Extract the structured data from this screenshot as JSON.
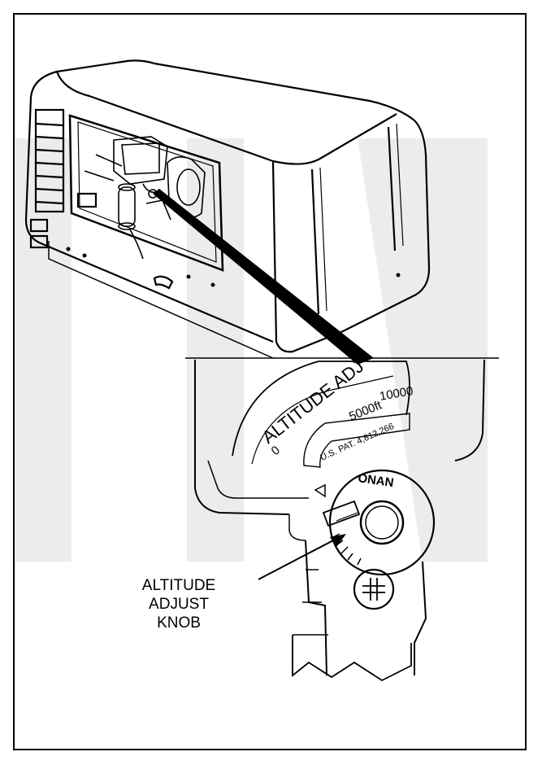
{
  "figure": {
    "dial": {
      "title": "ALTITUDE ADJ",
      "mark_zero": "0",
      "mark_5000": "5000ft",
      "mark_10000": "10000",
      "patent": "U.S. PAT. 4,812,266",
      "brand": "ONAN"
    },
    "callout": {
      "line1": "ALTITUDE",
      "line2": "ADJUST",
      "line3": "KNOB"
    }
  },
  "colors": {
    "ink": "#000000",
    "paper": "#ffffff",
    "watermark": "#ececec"
  }
}
